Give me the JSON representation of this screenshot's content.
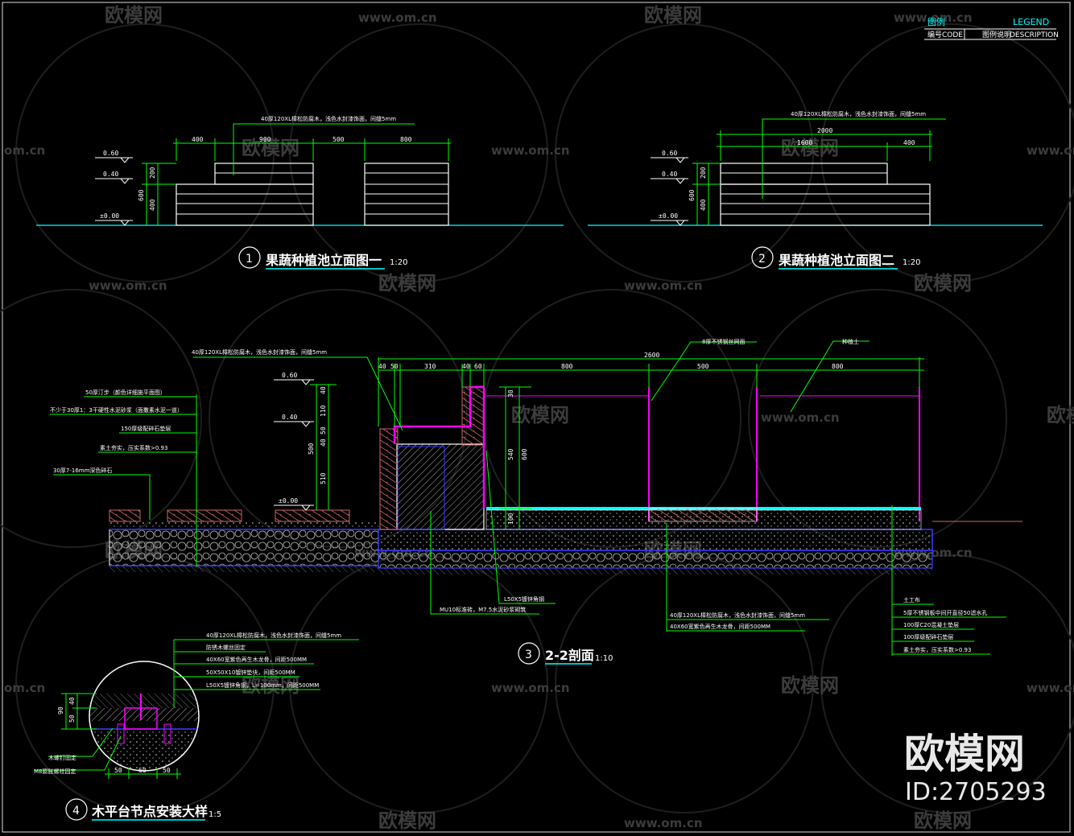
{
  "legend": {
    "title_cn": "图例",
    "title_en": "LEGEND",
    "code_cn": "编号",
    "code_en": "CODE",
    "desc_cn": "图例说明",
    "desc_en": "DESCRIPTION"
  },
  "watermarks": {
    "brand": "欧模网",
    "site": "www.om.cn",
    "site_short": "om.cn",
    "id": "ID:2705293"
  },
  "views": [
    {
      "num": "1",
      "title": "果蔬种植池立面图一",
      "scale": "1:20"
    },
    {
      "num": "2",
      "title": "果蔬种植池立面图二",
      "scale": "1:20"
    },
    {
      "num": "3",
      "title": "2-2剖面",
      "scale": "1:10"
    },
    {
      "num": "4",
      "title": "木平台节点安装大样",
      "scale": "1:5"
    }
  ],
  "elev1": {
    "note": "40厚120XL樟松防腐木，浅色水封漆饰面，间缝5mm",
    "dims_top": [
      "400",
      "900",
      "500",
      "800"
    ],
    "dims_left": [
      "200",
      "400",
      "600"
    ],
    "levels": [
      "0.60",
      "0.40",
      "±0.00"
    ]
  },
  "elev2": {
    "note": "40厚120XL樟松防腐木，浅色水封漆饰面，间缝5mm",
    "dims_top": [
      "2000",
      "1600",
      "400"
    ],
    "dims_left": [
      "200",
      "400",
      "600"
    ],
    "levels": [
      "0.60",
      "0.40",
      "±0.00"
    ]
  },
  "section": {
    "top_note": "40厚120XL樟松防腐木，浅色水封漆饰面，间缝5mm",
    "dims_top": [
      "40",
      "50",
      "310",
      "40",
      "60",
      "800",
      "500",
      "800"
    ],
    "dim_total": "2600",
    "levels": [
      "0.60",
      "0.40",
      "±0.00"
    ],
    "left_notes": [
      "50厚汀步（颜色详细施平面图）",
      "不少于30厚1：3干硬性水泥砂浆（面撒素水泥一道）",
      "150厚级配碎石垫层",
      "素土夯实，压实系数>0.93",
      "30厚7-16mm深色碎石"
    ],
    "dims_left": [
      "40",
      "110",
      "50",
      "40",
      "510",
      "500"
    ],
    "top_labels": [
      "8厚不锈钢丝网面",
      "种植土"
    ],
    "dims_mid": [
      "30",
      "540",
      "600",
      "100"
    ],
    "bottom_notes_a": [
      "L50X5镀锌角钢",
      "MU10标准砖，M7.5水泥砂浆砌筑"
    ],
    "bottom_notes_b": [
      "40厚120XL樟松防腐木，浅色水封漆饰面，间缝5mm",
      "40X60宽紫色再生木龙骨，间距500MM"
    ],
    "right_notes": [
      "土工布",
      "5厚不锈钢板中间开直径50滤水孔",
      "100厚C20混凝土垫层",
      "100厚级配碎石垫层",
      "素土夯实，压实系数>0.93"
    ]
  },
  "detail": {
    "notes": [
      "40厚120XL樟松防腐木，浅色水封漆饰面，间缝5mm",
      "防锈木螺丝固定",
      "40X60宽紫色再生木龙骨，间距500MM",
      "50X50X10镀锌垫块，间距500MM",
      "L50X5镀锌角钢，L=100mm，间距500MM"
    ],
    "left_notes": [
      "木螺钉固定",
      "M8膨胀螺栓固定"
    ],
    "dims_left": [
      "90",
      "40",
      "50"
    ],
    "dims_bottom": [
      "50",
      "60",
      "50"
    ]
  },
  "colors": {
    "background": "#000000",
    "line": "#ffffff",
    "dimension": "#00ff00",
    "steel": "#ff00ff",
    "cyan": "#00ffff",
    "hatch": "#3a3aff",
    "brick": "#cc6666",
    "watermark": "#3c3c3c"
  }
}
